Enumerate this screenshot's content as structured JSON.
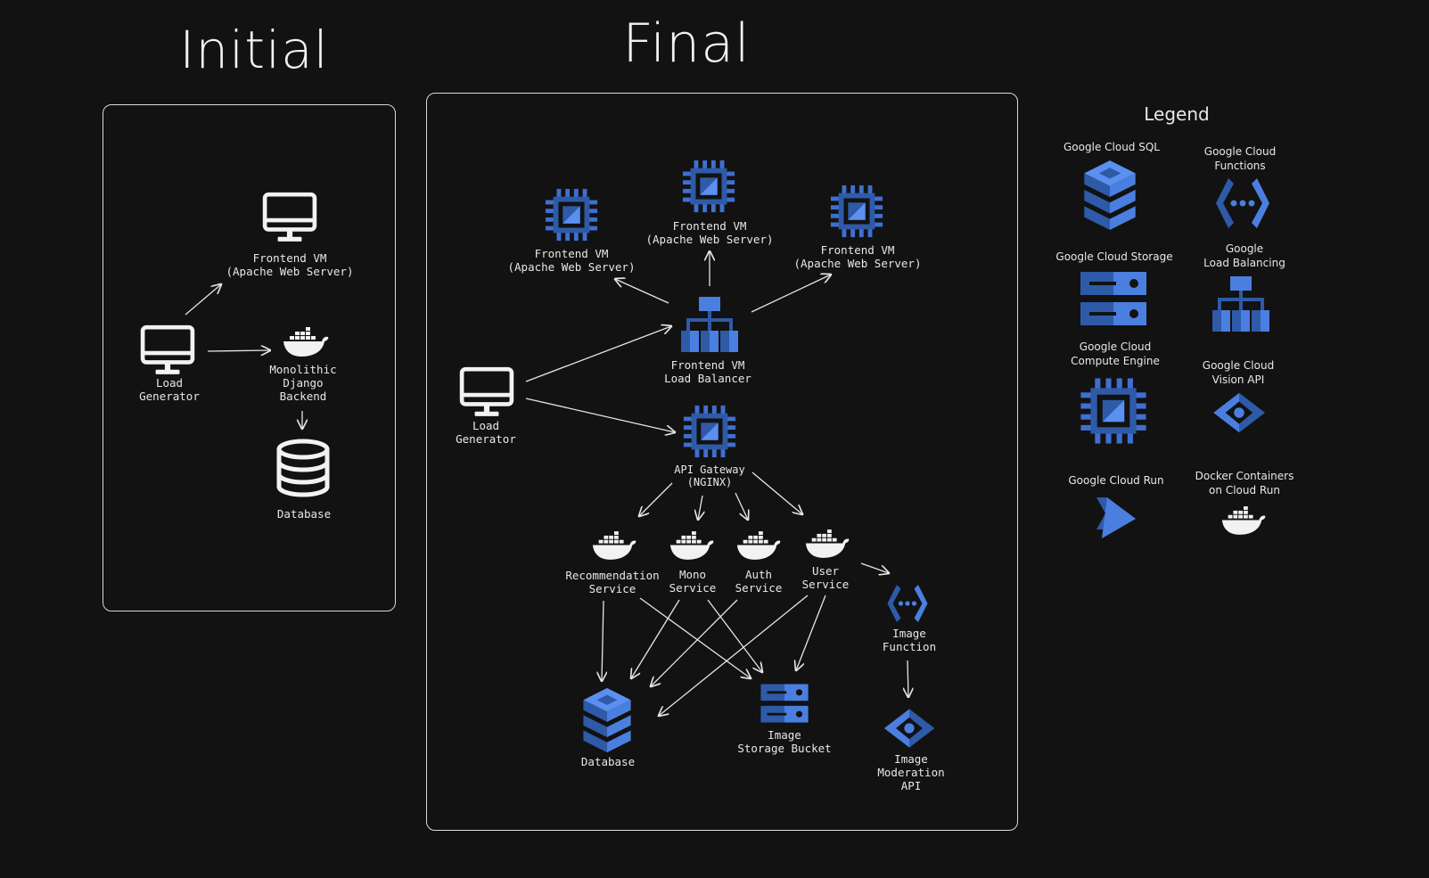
{
  "initial": {
    "title": "Initial",
    "frontend_vm": "Frontend VM\n(Apache Web Server)",
    "load_generator": "Load\nGenerator",
    "backend": "Monolithic\nDjango\nBackend",
    "database": "Database"
  },
  "final": {
    "title": "Final",
    "frontend_vm_1": "Frontend VM\n(Apache Web Server)",
    "frontend_vm_2": "Frontend VM\n(Apache Web Server)",
    "frontend_vm_3": "Frontend VM\n(Apache Web Server)",
    "load_balancer": "Frontend VM\nLoad Balancer",
    "load_generator": "Load\nGenerator",
    "api_gateway": "API Gateway\n(NGINX)",
    "recommendation_service": "Recommendation\nService",
    "mono_service": "Mono\nService",
    "auth_service": "Auth\nService",
    "user_service": "User\nService",
    "image_function": "Image\nFunction",
    "database": "Database",
    "storage_bucket": "Image\nStorage Bucket",
    "moderation_api": "Image\nModeration\nAPI"
  },
  "legend": {
    "title": "Legend",
    "items": [
      {
        "label": "Google Cloud SQL",
        "icon": "cloud-sql-icon"
      },
      {
        "label": "Google Cloud\nFunctions",
        "icon": "cloud-functions-icon"
      },
      {
        "label": "Google Cloud Storage",
        "icon": "cloud-storage-icon"
      },
      {
        "label": "Google\nLoad Balancing",
        "icon": "load-balancing-icon"
      },
      {
        "label": "Google Cloud\nCompute Engine",
        "icon": "compute-engine-icon"
      },
      {
        "label": "Google Cloud\nVision API",
        "icon": "vision-api-icon"
      },
      {
        "label": "Google Cloud Run",
        "icon": "cloud-run-icon"
      },
      {
        "label": "Docker Containers\non Cloud Run",
        "icon": "docker-icon"
      }
    ]
  },
  "colors": {
    "background": "#121212",
    "accent_blue": "#4a7fe0",
    "dark_blue": "#2e5aa8",
    "line": "#e6e6e6"
  }
}
